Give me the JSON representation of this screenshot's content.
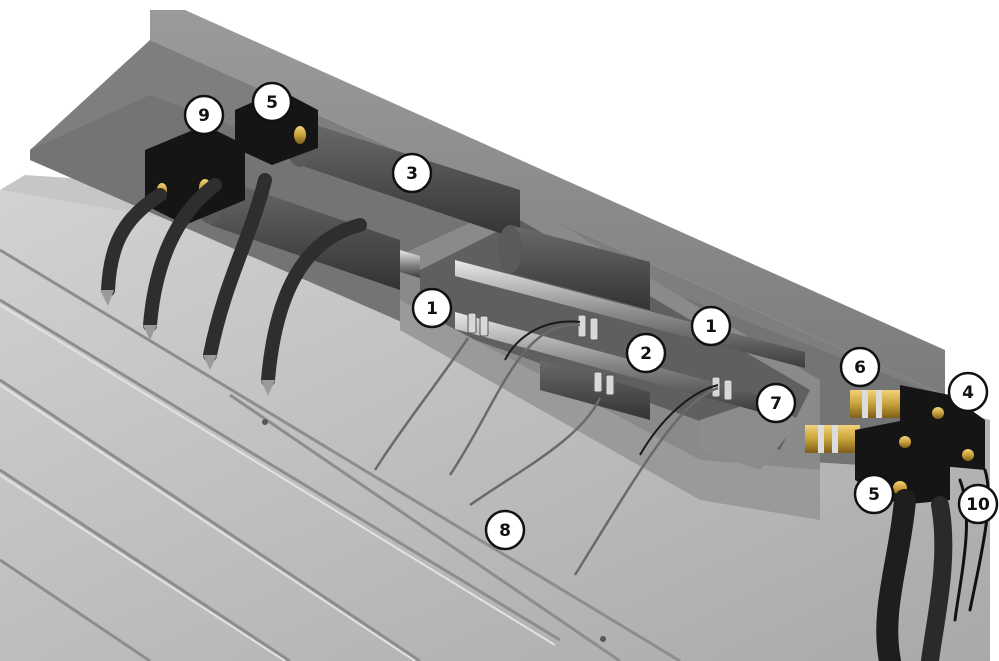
{
  "colors": {
    "background": "#ffffff",
    "plate": "#b9b9b9",
    "wall": "#8f8f8f",
    "trough": "#6d6d6d",
    "insulation": "#4a4a4a",
    "block": "#151515",
    "brass": "#c9a23a",
    "clamp": "#d8d8d8",
    "callout_fill": "#ffffff",
    "callout_stroke": "#111111"
  },
  "callouts": {
    "c1a": "1",
    "c1b": "1",
    "c2": "2",
    "c3": "3",
    "c4": "4",
    "c5a": "5",
    "c5b": "5",
    "c6": "6",
    "c7": "7",
    "c8": "8",
    "c9": "9",
    "c10": "10"
  }
}
